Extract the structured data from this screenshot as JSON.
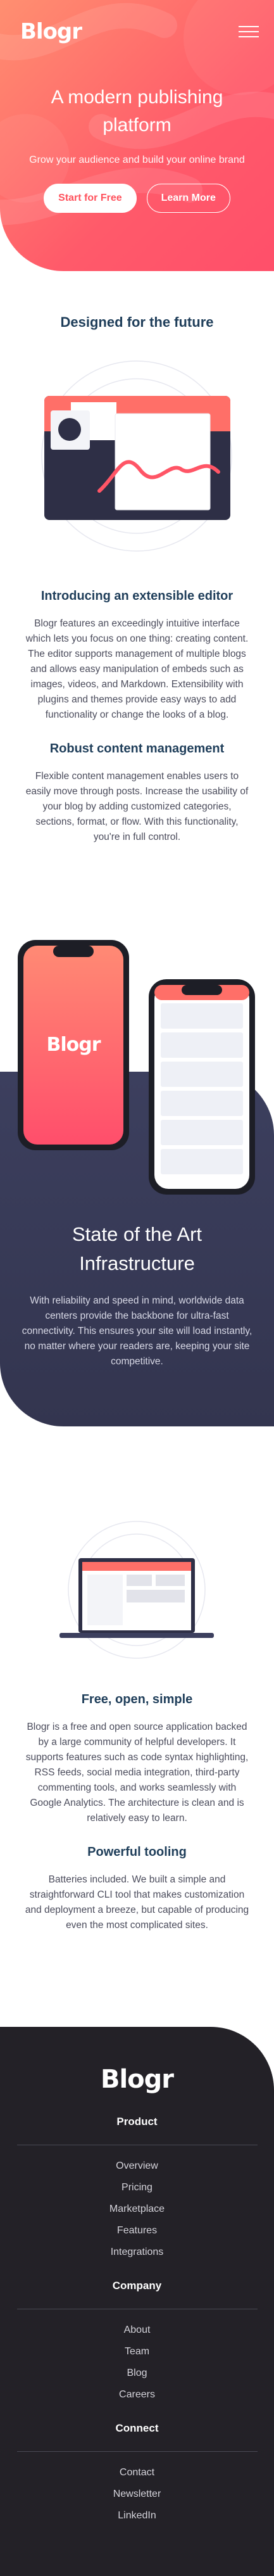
{
  "brand": {
    "logo": "Blogr",
    "accent": "#ff525d",
    "dark": "#232127",
    "navy": "#1f3e5a"
  },
  "header": {
    "menu_icon": "hamburger-icon"
  },
  "hero": {
    "title": "A modern publishing platform",
    "subtitle": "Grow your audience and build your online brand",
    "primary_button": "Start for Free",
    "secondary_button": "Learn More"
  },
  "future": {
    "heading": "Designed for the future",
    "blocks": [
      {
        "title": "Introducing an extensible editor",
        "text": "Blogr features an exceedingly intuitive interface which lets you focus on one thing: creating content. The editor supports management of multiple blogs and allows easy manipulation of embeds such as images, videos, and Markdown. Extensibility with plugins and themes provide easy ways to add functionality or change the looks of a blog."
      },
      {
        "title": "Robust content management",
        "text": "Flexible content management enables users to easily move through posts. Increase the usability of your blog by adding customized categories, sections, format, or flow. With this functionality, you're in full control."
      }
    ]
  },
  "infrastructure": {
    "phone_logo": "Blogr",
    "title": "State of the Art Infrastructure",
    "text": "With reliability and speed in mind, worldwide data centers provide the backbone for ultra-fast connectivity. This ensures your site will load instantly, no matter where your readers are, keeping your site competitive."
  },
  "features": {
    "blocks": [
      {
        "title": "Free, open, simple",
        "text": "Blogr is a free and open source application backed by a large community of helpful developers. It supports features such as code syntax highlighting, RSS feeds, social media integration, third-party commenting tools, and works seamlessly with Google Analytics. The architecture is clean and is relatively easy to learn."
      },
      {
        "title": "Powerful tooling",
        "text": "Batteries included. We built a simple and straightforward CLI tool that makes customization and deployment a breeze, but capable of producing even the most complicated sites."
      }
    ]
  },
  "footer": {
    "logo": "Blogr",
    "groups": [
      {
        "title": "Product",
        "links": [
          "Overview",
          "Pricing",
          "Marketplace",
          "Features",
          "Integrations"
        ]
      },
      {
        "title": "Company",
        "links": [
          "About",
          "Team",
          "Blog",
          "Careers"
        ]
      },
      {
        "title": "Connect",
        "links": [
          "Contact",
          "Newsletter",
          "LinkedIn"
        ]
      }
    ]
  }
}
